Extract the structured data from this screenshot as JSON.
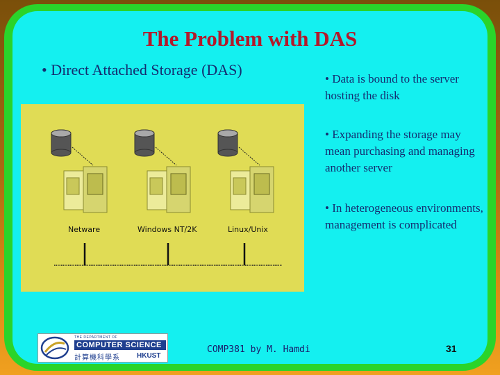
{
  "slide": {
    "title": "The Problem with DAS",
    "subtitle": "• Direct Attached Storage (DAS)",
    "bullets": [
      "• Data is bound to the server hosting the disk",
      "• Expanding the storage may mean purchasing and managing another server",
      "• In heterogeneous environments, management is complicated"
    ]
  },
  "diagram": {
    "servers": [
      {
        "label": "Netware"
      },
      {
        "label": "Windows NT/2K"
      },
      {
        "label": "Linux/Unix"
      }
    ]
  },
  "logo": {
    "top": "THE DEPARTMENT OF",
    "main": "COMPUTER SCIENCE",
    "chinese": "計算機科學系",
    "hkust": "HKUST"
  },
  "footer": {
    "text": "COMP381 by M. Hamdi",
    "page_number": "31"
  },
  "colors": {
    "background": "#14f0f0",
    "frame": "#2ad42a",
    "title": "#b3182a",
    "text": "#142d70",
    "diagram_panel": "#e0dc55"
  }
}
